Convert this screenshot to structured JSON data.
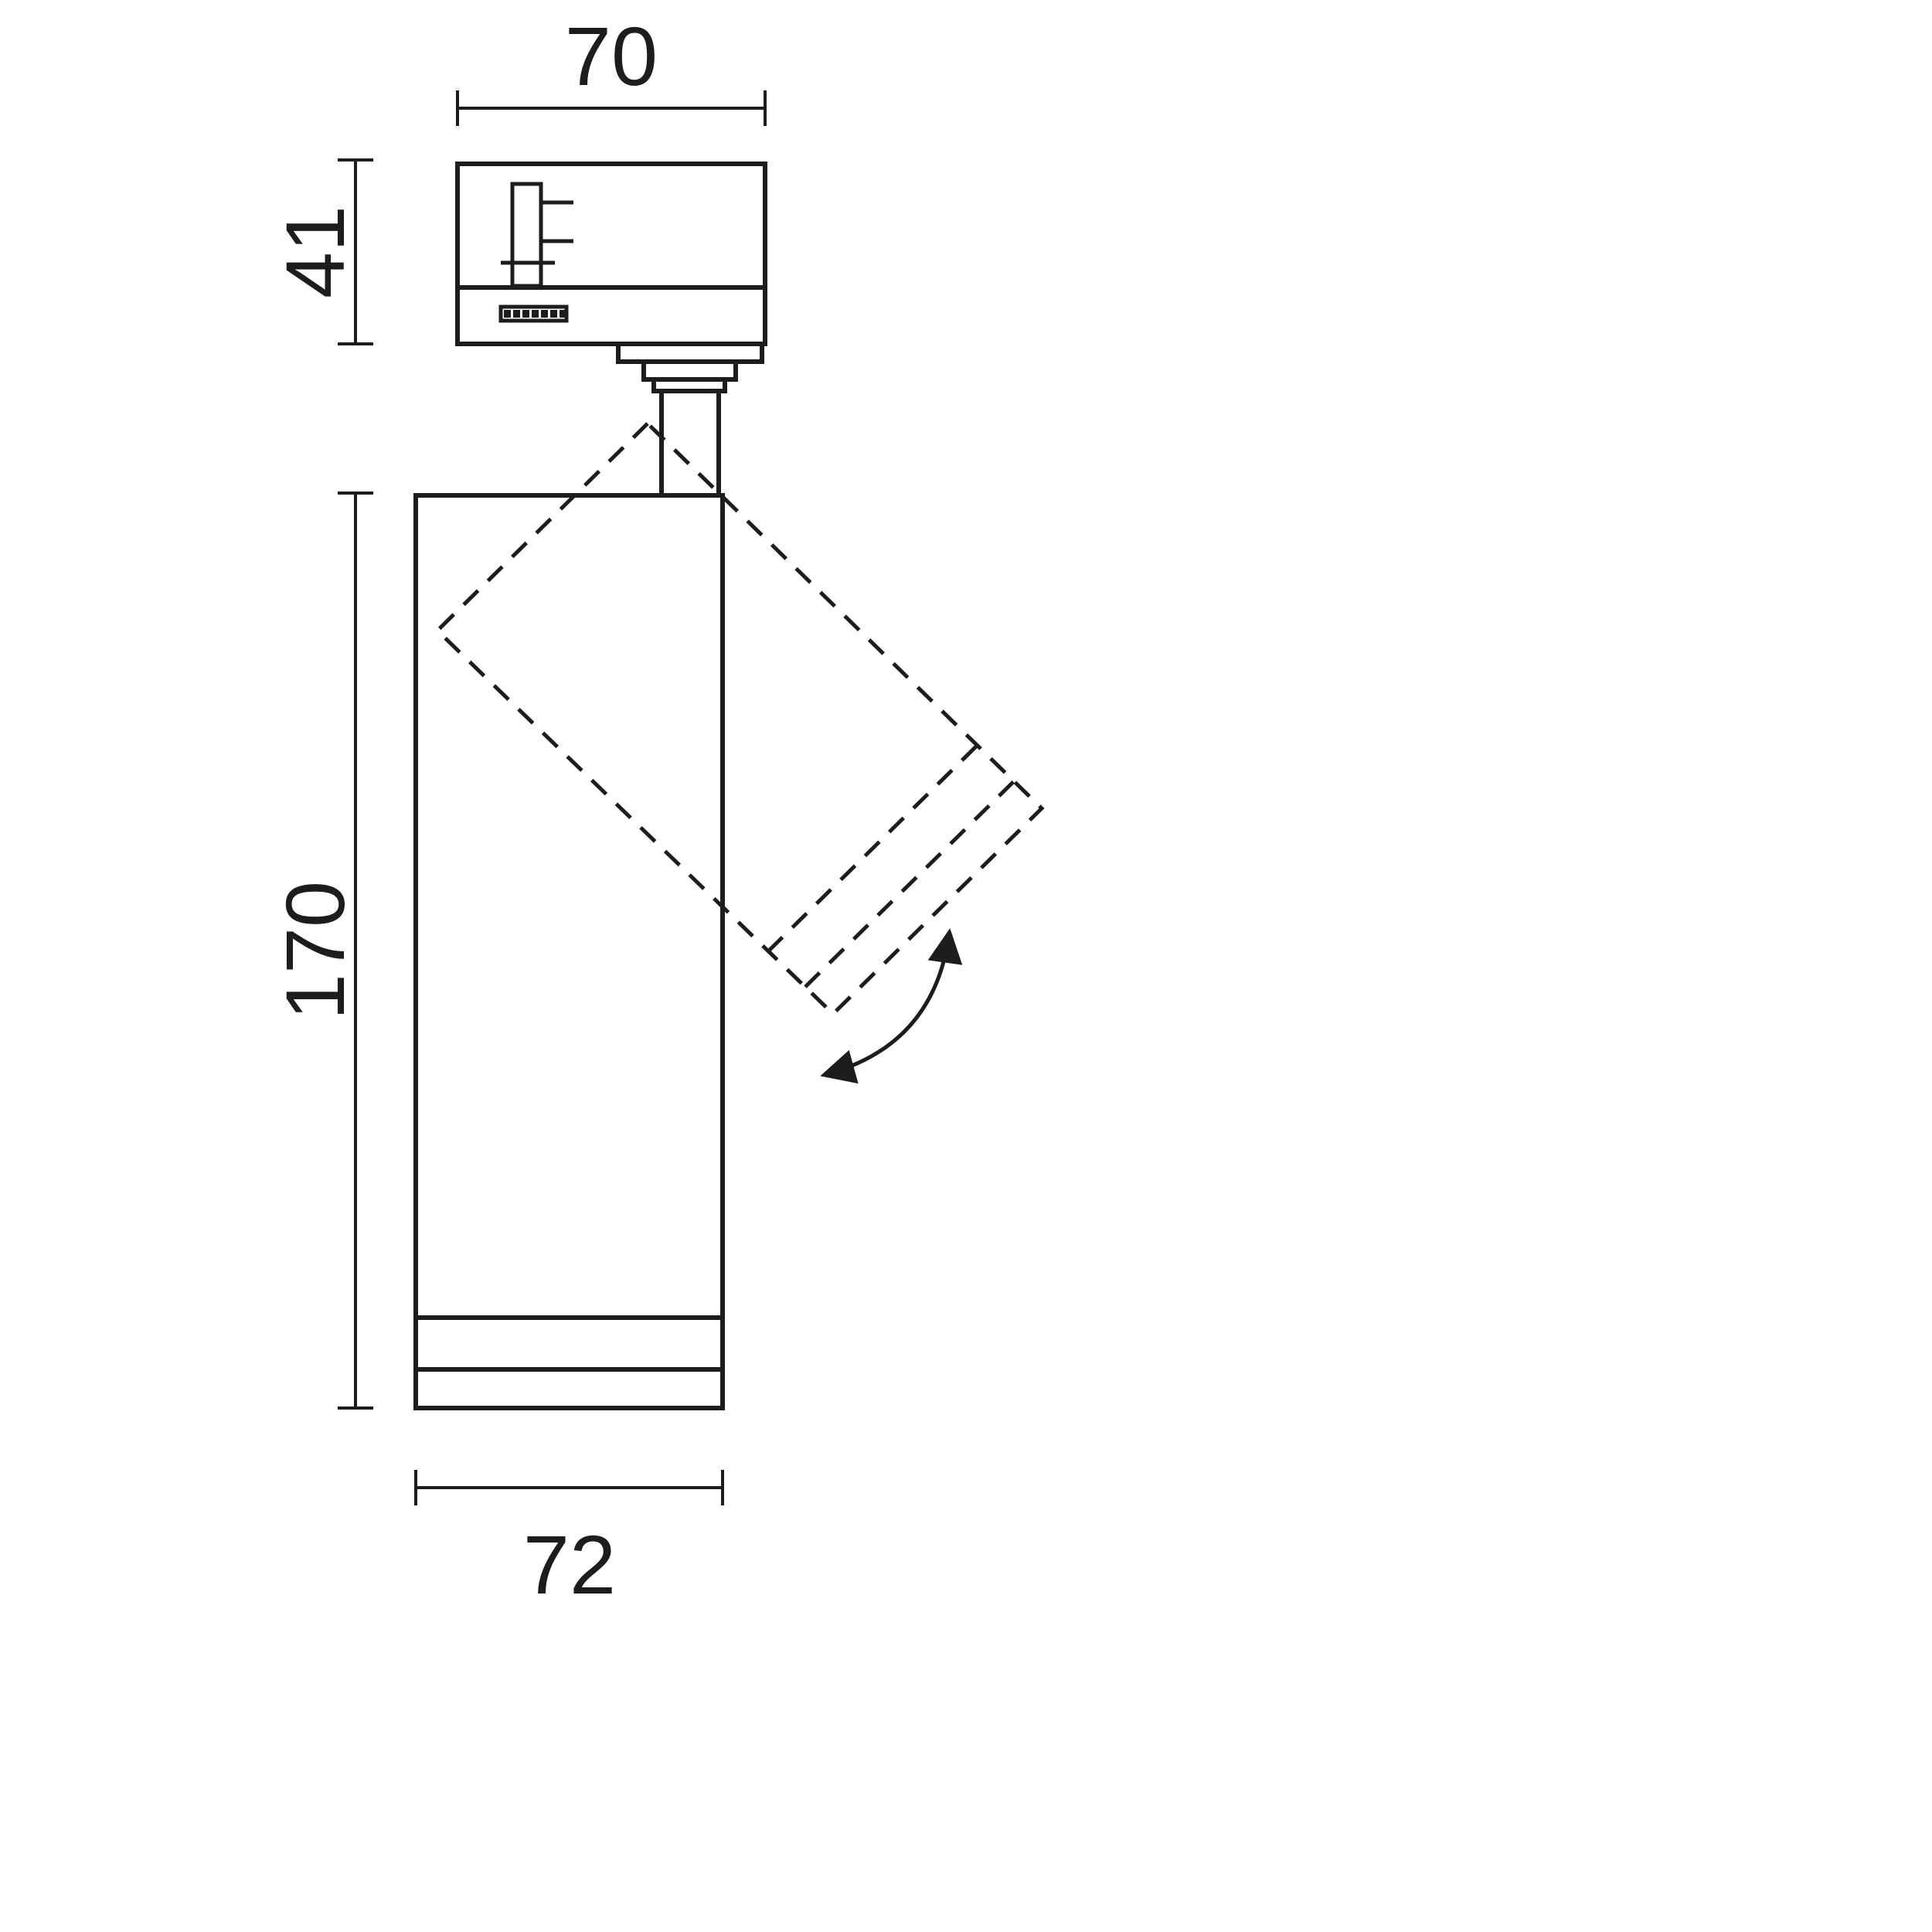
{
  "diagram": {
    "type": "technical-dimension-drawing",
    "subject": "track-mounted-spotlight-side-view",
    "dimension_labels": {
      "top_width": "70",
      "adapter_height": "41",
      "body_height": "170",
      "body_width": "72"
    },
    "colors": {
      "line": "#1d1d1b",
      "background": "#ffffff"
    },
    "icons": {
      "rotation_arrow": "curved-double-arrow"
    }
  }
}
